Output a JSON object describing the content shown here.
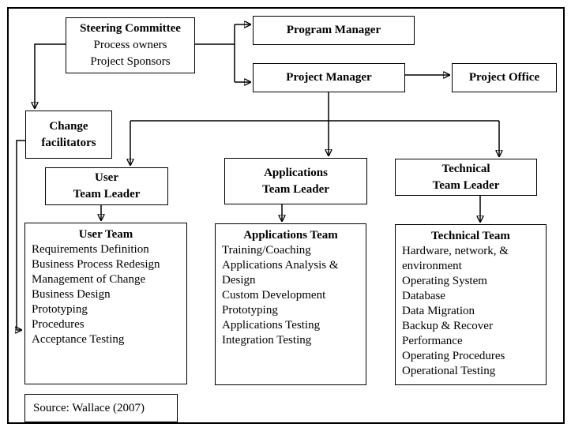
{
  "diagram": {
    "nodes": {
      "steering_committee": {
        "title": "Steering Committee",
        "lines": [
          "Process owners",
          "Project Sponsors"
        ]
      },
      "program_manager": {
        "title": "Program Manager"
      },
      "project_manager": {
        "title": "Project Manager"
      },
      "project_office": {
        "title": "Project Office"
      },
      "change_facilitators": {
        "lines": [
          "Change",
          "facilitators"
        ]
      },
      "user_team_leader": {
        "lines": [
          "User",
          "Team Leader"
        ]
      },
      "applications_team_leader": {
        "lines": [
          "Applications",
          "Team Leader"
        ]
      },
      "technical_team_leader": {
        "lines": [
          "Technical",
          "Team Leader"
        ]
      },
      "user_team": {
        "title": "User Team",
        "items": [
          "Requirements Definition",
          "Business Process Redesign",
          "Management of Change",
          "Business Design",
          "Prototyping",
          "Procedures",
          "Acceptance Testing"
        ]
      },
      "applications_team": {
        "title": "Applications Team",
        "items": [
          "Training/Coaching",
          "Applications Analysis & Design",
          "Custom Development",
          "Prototyping",
          "Applications Testing",
          "Integration Testing"
        ]
      },
      "technical_team": {
        "title": "Technical Team",
        "items": [
          "Hardware, network, & environment",
          "Operating System",
          "Database",
          "Data Migration",
          "Backup & Recover",
          "Performance",
          "Operating Procedures",
          "Operational Testing"
        ]
      }
    },
    "edges": [
      {
        "from": "steering_committee",
        "to": "program_manager"
      },
      {
        "from": "steering_committee",
        "to": "project_manager"
      },
      {
        "from": "steering_committee",
        "to": "change_facilitators"
      },
      {
        "from": "project_manager",
        "to": "project_office"
      },
      {
        "from": "project_manager",
        "to": "user_team_leader"
      },
      {
        "from": "project_manager",
        "to": "applications_team_leader"
      },
      {
        "from": "project_manager",
        "to": "technical_team_leader"
      },
      {
        "from": "user_team_leader",
        "to": "user_team"
      },
      {
        "from": "applications_team_leader",
        "to": "applications_team"
      },
      {
        "from": "technical_team_leader",
        "to": "technical_team"
      },
      {
        "from": "change_facilitators",
        "to": "user_team"
      }
    ],
    "source_note": "Source: Wallace (2007)",
    "colors": {
      "line": "#000000",
      "background": "#ffffff",
      "text": "#000000"
    }
  }
}
